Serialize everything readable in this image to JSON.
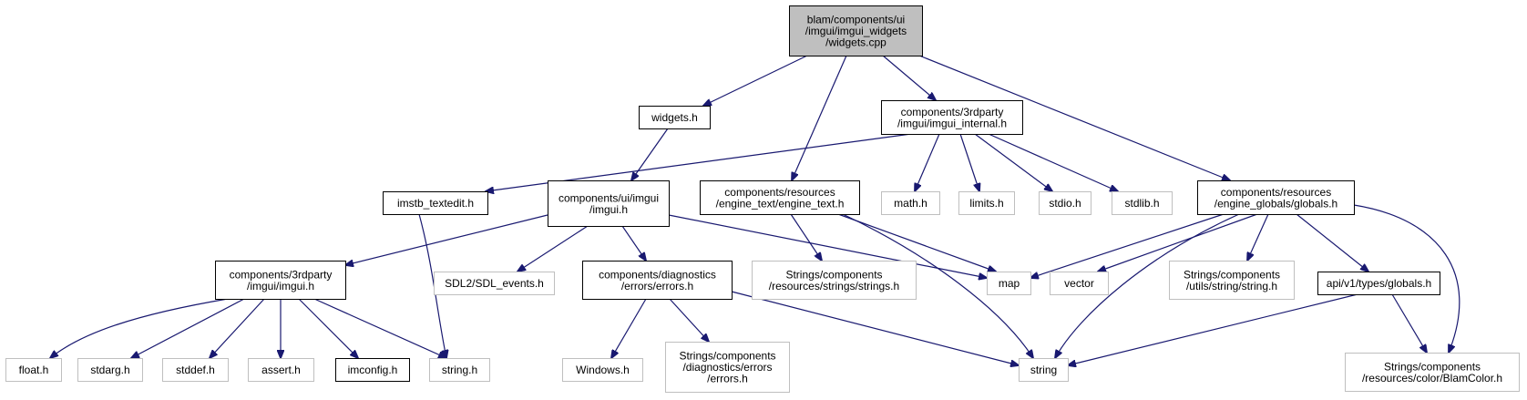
{
  "graph": {
    "nodes": [
      {
        "id": "widgets_cpp",
        "kind": "root",
        "lines": [
          "blam/components/ui",
          "/imgui/imgui_widgets",
          "/widgets.cpp"
        ]
      },
      {
        "id": "widgets_h",
        "kind": "internal",
        "lines": [
          "widgets.h"
        ]
      },
      {
        "id": "imgui_internal_h",
        "kind": "internal",
        "lines": [
          "components/3rdparty",
          "/imgui/imgui_internal.h"
        ]
      },
      {
        "id": "imstb_textedit_h",
        "kind": "internal",
        "lines": [
          "imstb_textedit.h"
        ]
      },
      {
        "id": "ui_imgui_h",
        "kind": "internal",
        "lines": [
          "components/ui/imgui",
          "/imgui.h"
        ]
      },
      {
        "id": "engine_text_h",
        "kind": "internal",
        "lines": [
          "components/resources",
          "/engine_text/engine_text.h"
        ]
      },
      {
        "id": "math_h",
        "kind": "external",
        "lines": [
          "math.h"
        ]
      },
      {
        "id": "limits_h",
        "kind": "external",
        "lines": [
          "limits.h"
        ]
      },
      {
        "id": "stdio_h",
        "kind": "external",
        "lines": [
          "stdio.h"
        ]
      },
      {
        "id": "stdlib_h",
        "kind": "external",
        "lines": [
          "stdlib.h"
        ]
      },
      {
        "id": "globals_h",
        "kind": "internal",
        "lines": [
          "components/resources",
          "/engine_globals/globals.h"
        ]
      },
      {
        "id": "imgui3_h",
        "kind": "internal",
        "lines": [
          "components/3rdparty",
          "/imgui/imgui.h"
        ]
      },
      {
        "id": "sdl_events_h",
        "kind": "external",
        "lines": [
          "SDL2/SDL_events.h"
        ]
      },
      {
        "id": "errors_h",
        "kind": "internal",
        "lines": [
          "components/diagnostics",
          "/errors/errors.h"
        ]
      },
      {
        "id": "strings_h",
        "kind": "external",
        "lines": [
          "Strings/components",
          "/resources/strings/strings.h"
        ]
      },
      {
        "id": "map",
        "kind": "external",
        "lines": [
          "map"
        ]
      },
      {
        "id": "vector",
        "kind": "external",
        "lines": [
          "vector"
        ]
      },
      {
        "id": "utils_string_h",
        "kind": "external",
        "lines": [
          "Strings/components",
          "/utils/string/string.h"
        ]
      },
      {
        "id": "api_globals_h",
        "kind": "internal",
        "lines": [
          "api/v1/types/globals.h"
        ]
      },
      {
        "id": "float_h",
        "kind": "external",
        "lines": [
          "float.h"
        ]
      },
      {
        "id": "stdarg_h",
        "kind": "external",
        "lines": [
          "stdarg.h"
        ]
      },
      {
        "id": "stddef_h",
        "kind": "external",
        "lines": [
          "stddef.h"
        ]
      },
      {
        "id": "assert_h",
        "kind": "external",
        "lines": [
          "assert.h"
        ]
      },
      {
        "id": "imconfig_h",
        "kind": "internal",
        "lines": [
          "imconfig.h"
        ]
      },
      {
        "id": "string_h",
        "kind": "external",
        "lines": [
          "string.h"
        ]
      },
      {
        "id": "windows_h",
        "kind": "external",
        "lines": [
          "Windows.h"
        ]
      },
      {
        "id": "diag_errors_h",
        "kind": "external",
        "lines": [
          "Strings/components",
          "/diagnostics/errors",
          "/errors.h"
        ]
      },
      {
        "id": "string",
        "kind": "external",
        "lines": [
          "string"
        ]
      },
      {
        "id": "blamcolor_h",
        "kind": "external",
        "lines": [
          "Strings/components",
          "/resources/color/BlamColor.h"
        ]
      }
    ],
    "edges": [
      [
        "widgets_cpp",
        "widgets_h"
      ],
      [
        "widgets_cpp",
        "imgui_internal_h"
      ],
      [
        "widgets_cpp",
        "engine_text_h"
      ],
      [
        "widgets_cpp",
        "globals_h"
      ],
      [
        "widgets_h",
        "ui_imgui_h"
      ],
      [
        "imgui_internal_h",
        "imstb_textedit_h"
      ],
      [
        "imgui_internal_h",
        "math_h"
      ],
      [
        "imgui_internal_h",
        "limits_h"
      ],
      [
        "imgui_internal_h",
        "stdio_h"
      ],
      [
        "imgui_internal_h",
        "stdlib_h"
      ],
      [
        "imstb_textedit_h",
        "string_h"
      ],
      [
        "ui_imgui_h",
        "imgui3_h"
      ],
      [
        "ui_imgui_h",
        "sdl_events_h"
      ],
      [
        "ui_imgui_h",
        "errors_h"
      ],
      [
        "ui_imgui_h",
        "map"
      ],
      [
        "engine_text_h",
        "strings_h"
      ],
      [
        "engine_text_h",
        "map"
      ],
      [
        "engine_text_h",
        "string"
      ],
      [
        "globals_h",
        "map"
      ],
      [
        "globals_h",
        "vector"
      ],
      [
        "globals_h",
        "utils_string_h"
      ],
      [
        "globals_h",
        "api_globals_h"
      ],
      [
        "globals_h",
        "string"
      ],
      [
        "globals_h",
        "blamcolor_h"
      ],
      [
        "imgui3_h",
        "float_h"
      ],
      [
        "imgui3_h",
        "stdarg_h"
      ],
      [
        "imgui3_h",
        "stddef_h"
      ],
      [
        "imgui3_h",
        "assert_h"
      ],
      [
        "imgui3_h",
        "imconfig_h"
      ],
      [
        "imgui3_h",
        "string_h"
      ],
      [
        "errors_h",
        "windows_h"
      ],
      [
        "errors_h",
        "diag_errors_h"
      ],
      [
        "errors_h",
        "string"
      ],
      [
        "api_globals_h",
        "string"
      ],
      [
        "api_globals_h",
        "blamcolor_h"
      ]
    ]
  }
}
